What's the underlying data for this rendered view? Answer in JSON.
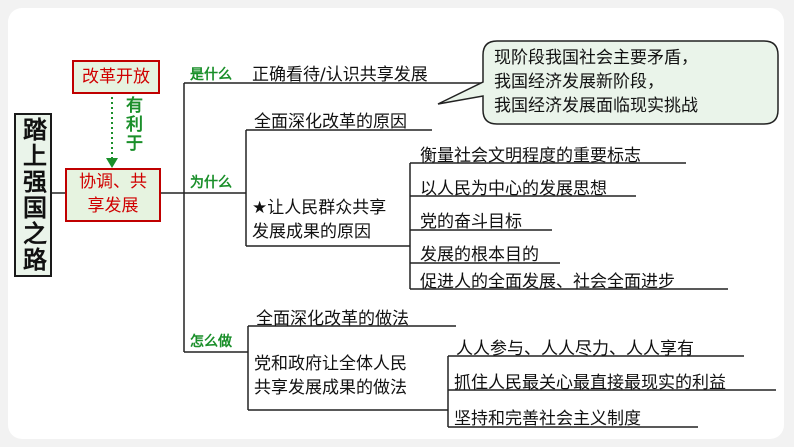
{
  "root": "踏上强国之路",
  "reform_box": "改革开放",
  "relation": "有利于",
  "goal_box": {
    "line1": "协调、共",
    "line2": "享发展"
  },
  "branches": {
    "what": "是什么",
    "why": "为什么",
    "how": "怎么做"
  },
  "what_item": "正确看待/认识共享发展",
  "callout": {
    "line1": "现阶段我国社会主要矛盾，",
    "line2": "我国经济发展新阶段，",
    "line3": "我国经济发展面临现实挑战"
  },
  "why_items": {
    "deepen_reason": "全面深化改革的原因",
    "share_reason": {
      "line1": "★让人民群众共享",
      "line2": "发展成果的原因"
    },
    "reasons": [
      "衡量社会文明程度的重要标志",
      "以人民为中心的发展思想",
      "党的奋斗目标",
      "发展的根本目的",
      "促进人的全面发展、社会全面进步"
    ]
  },
  "how_items": {
    "deepen_method": "全面深化改革的做法",
    "share_method": {
      "line1": "党和政府让全体人民",
      "line2": "共享发展成果的做法"
    },
    "methods": [
      "人人参与、人人尽力、人人享有",
      "抓住人民最关心最直接最现实的利益",
      "坚持和完善社会主义制度"
    ]
  }
}
